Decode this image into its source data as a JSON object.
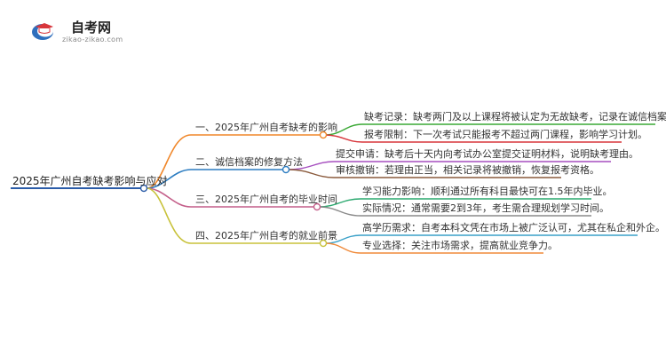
{
  "brand": {
    "name": "自考网",
    "url": "zikao-zikao.com"
  },
  "mindmap": {
    "root": "2025年广州自考缺考影响与应对",
    "branches": [
      {
        "label": "一、2025年广州自考缺考的影响",
        "color": "#f0872a",
        "children": [
          {
            "label": "缺考记录：缺考两门及以上课程将被认定为无故缺考，记录在诚信档案中。",
            "color": "#3aa835"
          },
          {
            "label": "报考限制：下一次考试只能报考不超过两门课程，影响学习计划。",
            "color": "#d8363c"
          }
        ]
      },
      {
        "label": "二、诚信档案的修复方法",
        "color": "#2b7cc1",
        "children": [
          {
            "label": "提交申请：缺考后十天内向考试办公室提交证明材料，说明缺考理由。",
            "color": "#a64fbf"
          },
          {
            "label": "审核撤销：若理由正当，相关记录将被撤销，恢复报考资格。",
            "color": "#8a5a3c"
          }
        ]
      },
      {
        "label": "三、2025年广州自考的毕业时间",
        "color": "#c45f8a",
        "children": [
          {
            "label": "学习能力影响：顺利通过所有科目最快可在1.5年内毕业。",
            "color": "#2aa86e"
          },
          {
            "label": "实际情况：通常需要2到3年，考生需合理规划学习时间。",
            "color": "#8a8a8a"
          }
        ]
      },
      {
        "label": "四、2025年广州自考的就业前景",
        "color": "#c8c23a",
        "children": [
          {
            "label": "高学历需求：自考本科文凭在市场上被广泛认可，尤其在私企和外企。",
            "color": "#3aa0c8"
          },
          {
            "label": "专业选择：关注市场需求，提高就业竞争力。",
            "color": "#f08a3a"
          }
        ]
      }
    ]
  }
}
